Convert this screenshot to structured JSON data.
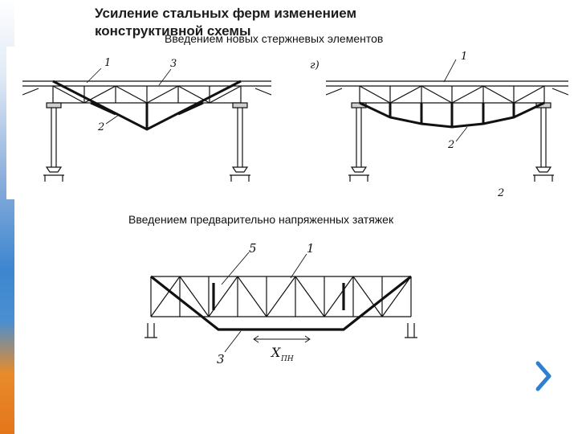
{
  "slide": {
    "title": "Усиление стальных ферм изменением конструктивной схемы",
    "subtitle_top": "Введением новых стержневых элементов",
    "subtitle_mid": "Введением предварительно напряженных затяжек"
  },
  "figure_top": {
    "variant_label_right": "г)",
    "left_labels": {
      "chord": "1",
      "brace": "3",
      "tie": "2"
    },
    "right_labels": {
      "chord": "1",
      "tie": "2",
      "corner": "2"
    }
  },
  "figure_bottom": {
    "labels": {
      "strut": "5",
      "chord": "1",
      "tie": "3"
    },
    "force_label": "X",
    "force_subscript": "ПН"
  },
  "colors": {
    "accent_blue": "#3d86cf",
    "accent_orange": "#e4761a",
    "chevron": "#2e7fd0"
  },
  "navigation": {
    "next_icon": "chevron-right-icon"
  }
}
